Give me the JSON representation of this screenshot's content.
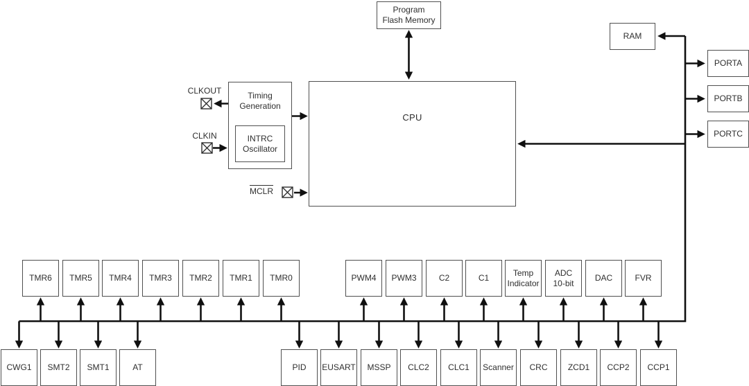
{
  "memory": {
    "program_flash": "Program\nFlash Memory",
    "ram": "RAM"
  },
  "cpu": {
    "label": "CPU"
  },
  "clock": {
    "timing_generation": "Timing\nGeneration",
    "intrc_oscillator": "INTRC\nOscillator"
  },
  "pins": {
    "clkout": "CLKOUT",
    "clkin": "CLKIN",
    "mclr": "MCLR"
  },
  "ports": [
    "PORTA",
    "PORTB",
    "PORTC"
  ],
  "peripherals_row1": [
    "TMR6",
    "TMR5",
    "TMR4",
    "TMR3",
    "TMR2",
    "TMR1",
    "TMR0",
    "PWM4",
    "PWM3",
    "C2",
    "C1",
    "Temp\nIndicator",
    "ADC\n10-bit",
    "DAC",
    "FVR"
  ],
  "peripherals_row2": [
    "CWG1",
    "SMT2",
    "SMT1",
    "AT",
    "PID",
    "EUSART",
    "MSSP",
    "CLC2",
    "CLC1",
    "Scanner",
    "CRC",
    "ZCD1",
    "CCP2",
    "CCP1"
  ],
  "colors": {
    "background": "#ffffff",
    "line": "#101010",
    "box_border": "#4f4f4f",
    "text": "#2e2e2e"
  }
}
